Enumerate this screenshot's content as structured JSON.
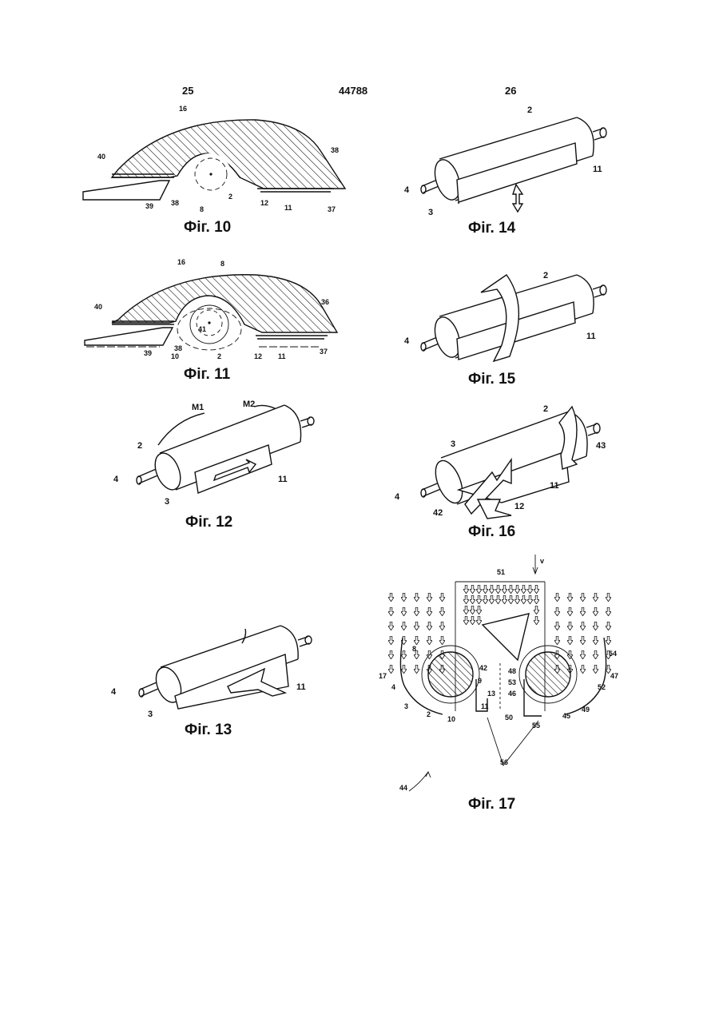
{
  "header": {
    "left_page": "25",
    "patent_number": "44788",
    "right_page": "26"
  },
  "figures": {
    "fig10": {
      "caption": "Фіг. 10",
      "labels": [
        "16",
        "40",
        "38",
        "39",
        "38",
        "8",
        "2",
        "12",
        "11",
        "37"
      ]
    },
    "fig11": {
      "caption": "Фіг. 11",
      "labels": [
        "16",
        "8",
        "40",
        "36",
        "41",
        "39",
        "10",
        "38",
        "2",
        "12",
        "11",
        "37"
      ]
    },
    "fig12": {
      "caption": "Фіг. 12",
      "labels": [
        "M1",
        "M2",
        "2",
        "4",
        "3",
        "11"
      ]
    },
    "fig13": {
      "caption": "Фіг. 13",
      "labels": [
        "4",
        "3",
        "11"
      ]
    },
    "fig14": {
      "caption": "Фіг. 14",
      "labels": [
        "2",
        "11",
        "4",
        "3"
      ]
    },
    "fig15": {
      "caption": "Фіг. 15",
      "labels": [
        "2",
        "4",
        "11"
      ]
    },
    "fig16": {
      "caption": "Фіг. 16",
      "labels": [
        "2",
        "3",
        "43",
        "4",
        "11",
        "42",
        "12"
      ]
    },
    "fig17": {
      "caption": "Фіг. 17",
      "labels": [
        "51",
        "v",
        "8",
        "54",
        "17",
        "47",
        "4",
        "42",
        "9",
        "13",
        "48",
        "53",
        "52",
        "3",
        "2",
        "11",
        "10",
        "46",
        "49",
        "45",
        "50",
        "55",
        "56",
        "44"
      ]
    }
  },
  "colors": {
    "ink": "#111111",
    "paper": "#ffffff"
  }
}
